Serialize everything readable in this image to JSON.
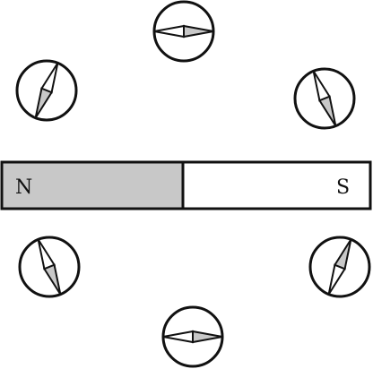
{
  "magnet": {
    "north_label": "N",
    "south_label": "S",
    "north_color": "#c8c8c8",
    "south_color": "#ffffff",
    "outline_color": "#111111"
  },
  "compass": {
    "ring_color": "#111111",
    "shaded_needle_color": "#c8c8c8",
    "plain_needle_color": "#ffffff",
    "count": 6
  }
}
